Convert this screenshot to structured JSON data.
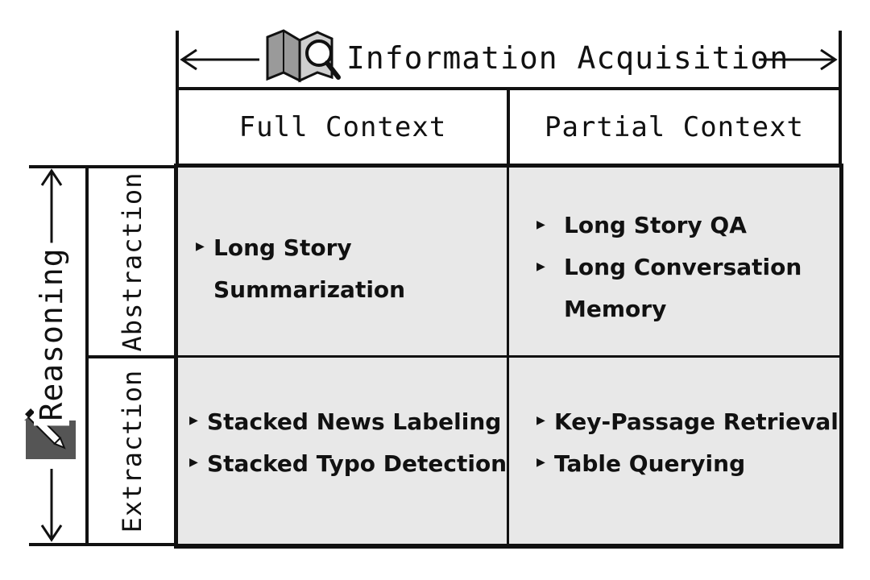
{
  "header": {
    "title": "Information Acquisition",
    "icon": "book-magnifier-icon"
  },
  "columns": [
    {
      "label": "Full Context"
    },
    {
      "label": "Partial Context"
    }
  ],
  "side": {
    "title": "Reasoning",
    "icon": "pencil-note-icon"
  },
  "rows": [
    {
      "label": "Abstraction"
    },
    {
      "label": "Extraction"
    }
  ],
  "quadrants": {
    "abstraction_full": {
      "items": [
        {
          "lines": [
            "Long Story",
            "Summarization"
          ]
        }
      ]
    },
    "abstraction_partial": {
      "items": [
        {
          "lines": [
            "Long Story QA"
          ]
        },
        {
          "lines": [
            "Long Conversation",
            "Memory"
          ]
        }
      ]
    },
    "extraction_full": {
      "items": [
        {
          "lines": [
            "Stacked News Labeling"
          ]
        },
        {
          "lines": [
            "Stacked Typo Detection"
          ]
        }
      ]
    },
    "extraction_partial": {
      "items": [
        {
          "lines": [
            "Key-Passage Retrieval"
          ]
        },
        {
          "lines": [
            "Table Querying"
          ]
        }
      ]
    }
  },
  "colors": {
    "quadrant_fill": "#e8e8e8",
    "line": "#111111"
  }
}
